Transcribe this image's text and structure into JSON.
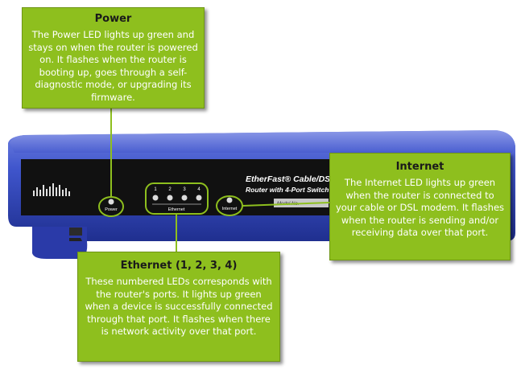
{
  "callouts": {
    "power": {
      "title": "Power",
      "body": "The Power LED lights up green and stays on when the router is powered on. It flashes when the router is booting up, goes through a self-diagnostic mode, or upgrading its firmware."
    },
    "internet": {
      "title": "Internet",
      "body": "The Internet LED lights up green when the router is connected to your cable or DSL modem. It flashes when the router is sending and/or receiving data over that port."
    },
    "ethernet": {
      "title": "Ethernet (1, 2, 3, 4)",
      "body": "These numbered LEDs corresponds with the router's ports. It lights up green when a device is successfully connected through that port. It flashes when there is network activity over that port."
    }
  },
  "router": {
    "power_label": "Power",
    "ethernet_label": "Ethernet",
    "internet_label": "Internet",
    "port_numbers": [
      "1",
      "2",
      "3",
      "4"
    ],
    "brand_line1": "EtherFast® Cable/DSL",
    "brand_line2": "Router with 4-Port Switch",
    "model_label": "Model No."
  },
  "colors": {
    "router_blue": "#3b50c4",
    "panel_black": "#111111",
    "callout_green": "#8ebf1e"
  }
}
